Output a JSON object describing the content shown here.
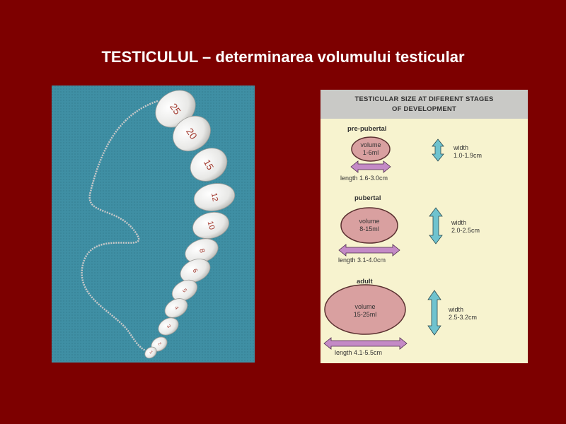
{
  "slide": {
    "title": "TESTICULUL – determinarea volumului testicular"
  },
  "orchidometer": {
    "bead_labels": [
      "25",
      "20",
      "15",
      "12",
      "10",
      "8",
      "6",
      "5",
      "4",
      "3",
      "2",
      "1"
    ]
  },
  "diagram": {
    "header_line1": "TESTICULAR SIZE AT DIFERENT STAGES",
    "header_line2": "OF DEVELOPMENT",
    "stages": [
      {
        "label": "pre-pubertal",
        "volume_line1": "volume",
        "volume_line2": "1-6ml",
        "length": "length 1.6-3.0cm",
        "width_line1": "width",
        "width_line2": "1.0-1.9cm"
      },
      {
        "label": "pubertal",
        "volume_line1": "volume",
        "volume_line2": "8-15ml",
        "length": "length 3.1-4.0cm",
        "width_line1": "width",
        "width_line2": "2.0-2.5cm"
      },
      {
        "label": "adult",
        "volume_line1": "volume",
        "volume_line2": "15-25ml",
        "length": "length 4.1-5.5cm",
        "width_line1": "width",
        "width_line2": "2.5-3.2cm"
      }
    ],
    "colors": {
      "oval_fill": "#d9a0a0",
      "length_arrow": "#c48ac6",
      "width_arrow": "#6fc3cf"
    }
  }
}
